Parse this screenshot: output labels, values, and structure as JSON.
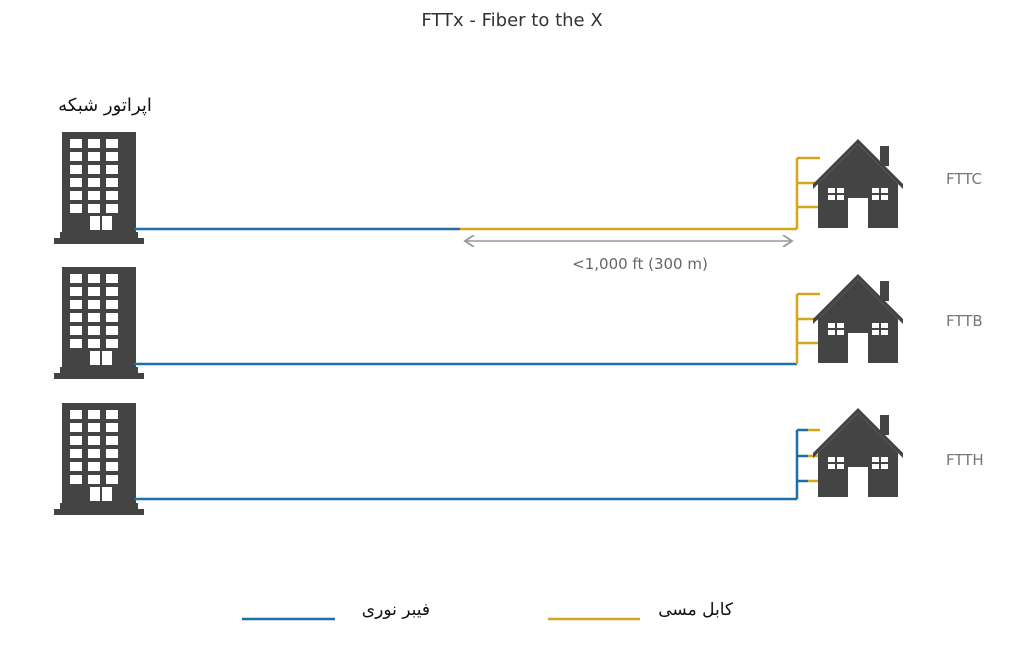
{
  "title": "FTTx - Fiber to the X",
  "operator_label": "اپراتور شبکه",
  "rows": [
    {
      "label": "FTTC"
    },
    {
      "label": "FTTB"
    },
    {
      "label": "FTTH"
    }
  ],
  "distance_label": "<1,000 ft (300 m)",
  "legend": {
    "fiber_label": "فیبر نوری",
    "copper_label": "کابل مسی"
  },
  "colors": {
    "fiber": "#1f6fa6",
    "copper": "#d4a61a",
    "icon": "#444444",
    "dimension": "#999999"
  },
  "icons": {
    "building": "office-building-icon",
    "house": "house-icon"
  }
}
